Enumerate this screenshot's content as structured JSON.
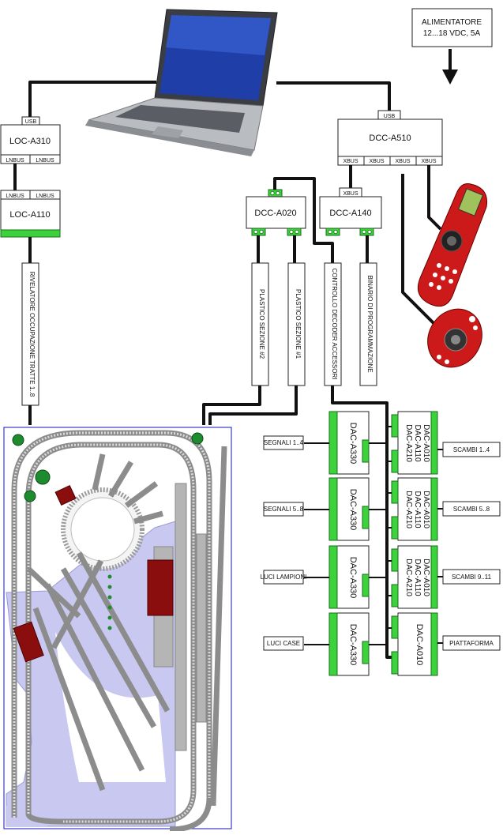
{
  "devices": {
    "power_supply": {
      "line1": "ALIMENTATORE",
      "line2": "12...18 VDC, 5A"
    },
    "loc_a310": {
      "name": "LOC-A310",
      "port_top": "USB",
      "port_left": "LNBUS",
      "port_right": "LNBUS"
    },
    "loc_a110": {
      "name": "LOC-A110",
      "port_left": "LNBUS",
      "port_right": "LNBUS"
    },
    "dcc_a510": {
      "name": "DCC-A510",
      "port_top": "USB",
      "ports": [
        "XBUS",
        "XBUS",
        "XBUS",
        "XBUS"
      ]
    },
    "dcc_a020": {
      "name": "DCC-A020"
    },
    "dcc_a140": {
      "name": "DCC-A140",
      "port_top": "XBUS"
    }
  },
  "vertical_labels": {
    "occupancy": "RIVELATORE OCCUPAZIONE TRATTE  1..8",
    "section2": "PLASTICO SEZIONE #2",
    "section1": "PLASTICO SEZIONE #1",
    "accessory": "CONTROLLO DECODER ACCESSORI",
    "programming": "BINARIO DI PROGRAMMAZIONE"
  },
  "left_modules": [
    {
      "name": "DAC-A330",
      "label": "SEGNALI 1..4"
    },
    {
      "name": "DAC-A330",
      "label": "SEGNALI 5..8"
    },
    {
      "name": "DAC-A330",
      "label": "LUCI LAMPIONI"
    },
    {
      "name": "DAC-A330",
      "label": "LUCI CASE"
    }
  ],
  "right_modules": [
    {
      "lines": [
        "DAC-A010",
        "DAC-A110",
        "DAC-A210"
      ],
      "label": "SCAMBI 1..4"
    },
    {
      "lines": [
        "DAC-A010",
        "DAC-A110",
        "DAC-A210"
      ],
      "label": "SCAMBI 5..8"
    },
    {
      "lines": [
        "DAC-A010",
        "DAC-A110",
        "DAC-A210"
      ],
      "label": "SCAMBI 9..11"
    },
    {
      "lines": [
        "DAC-A010"
      ],
      "label": "PIATTAFORMA"
    }
  ],
  "colors": {
    "terminal": "#3bd23b",
    "layout_border": "#3a3ac8",
    "layout_water": "#c8c8f0",
    "building": "#8b0e0e",
    "handheld": "#cc1a1a"
  }
}
